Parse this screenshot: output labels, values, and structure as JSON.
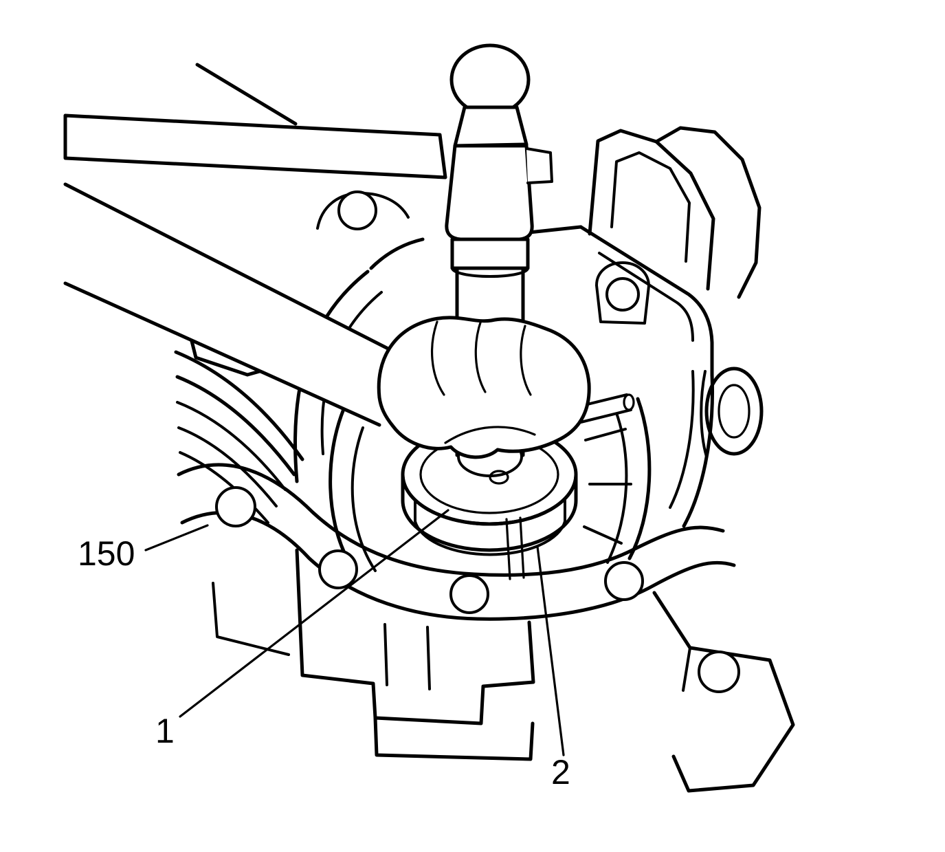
{
  "illustration": {
    "labels": {
      "case": "150",
      "installer": "1",
      "seal": "2"
    },
    "colors": {
      "line": "#000000",
      "background": "#ffffff",
      "hatch": "#333333"
    }
  }
}
